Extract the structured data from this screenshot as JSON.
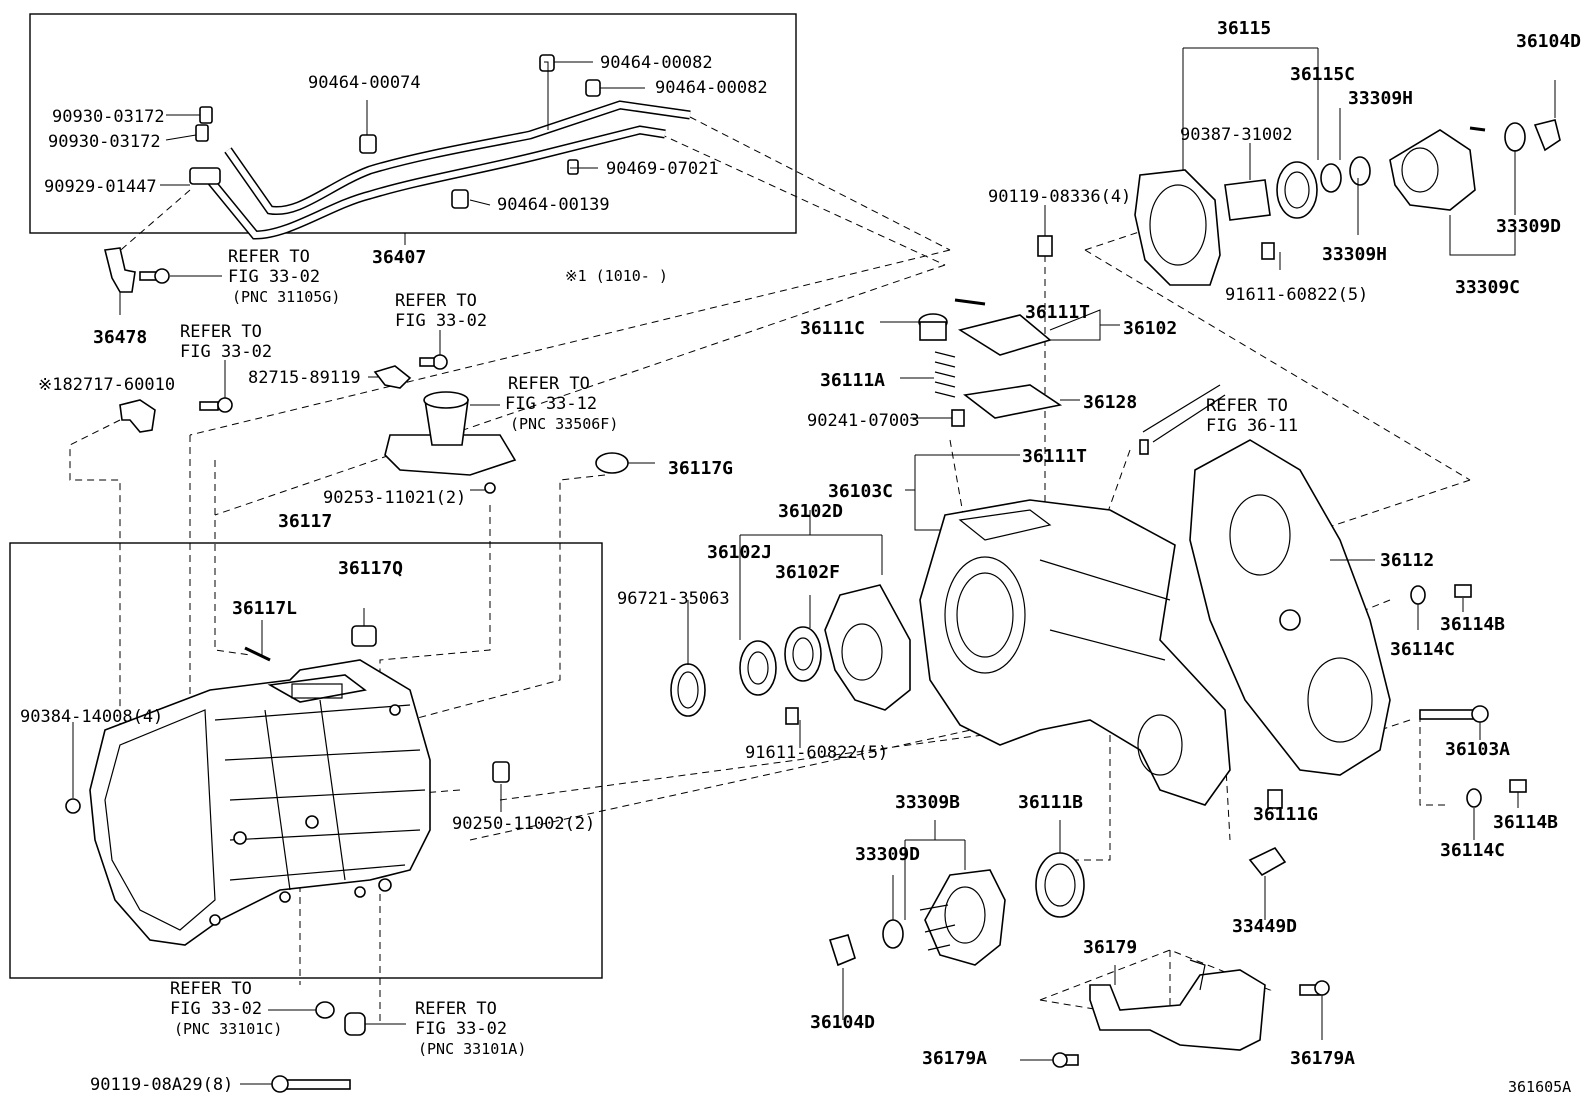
{
  "figure_id": "361605A",
  "annotation": "※1 (1010-    )",
  "labels": {
    "p90464_00082a": "90464-00082",
    "p90464_00082b": "90464-00082",
    "p90464_00074": "90464-00074",
    "p90930_03172a": "90930-03172",
    "p90930_03172b": "90930-03172",
    "p90469_07021": "90469-07021",
    "p90929_01447": "90929-01447",
    "p90464_00139": "90464-00139",
    "p36407": "36407",
    "p36478": "36478",
    "p36115": "36115",
    "p36115C": "36115C",
    "p36104D_top": "36104D",
    "p33309H_top": "33309H",
    "p90387_31002": "90387-31002",
    "p90119_08336": "90119-08336(4)",
    "p33309H_bot": "33309H",
    "p33309D_top": "33309D",
    "p91611_60822_top": "91611-60822(5)",
    "p33309C": "33309C",
    "p36111T_top": "36111T",
    "p36102": "36102",
    "p36111C": "36111C",
    "p36111A": "36111A",
    "p36128": "36128",
    "p90241_07003": "90241-07003",
    "p36111T_mid": "36111T",
    "p36103C": "36103C",
    "p36102D": "36102D",
    "p36102J": "36102J",
    "p36102F": "36102F",
    "p96721_35063": "96721-35063",
    "p91611_60822_mid": "91611-60822(5)",
    "p36112": "36112",
    "p36114B_top": "36114B",
    "p36114C_top": "36114C",
    "p36103A": "36103A",
    "p36114B_bot": "36114B",
    "p36114C_bot": "36114C",
    "p36111G": "36111G",
    "p33449D": "33449D",
    "p33309B": "33309B",
    "p33309D_bot": "33309D",
    "p36111B": "36111B",
    "p36104D_bot": "36104D",
    "p36179": "36179",
    "p36179A_left": "36179A",
    "p36179A_right": "36179A",
    "p82715_89119": "82715-89119",
    "p182717_60010": "※182717-60010",
    "p36117G": "36117G",
    "p90253_11021": "90253-11021(2)",
    "p36117": "36117",
    "p36117Q": "36117Q",
    "p36117L": "36117L",
    "p90384_14008": "90384-14008(4)",
    "p90250_11002": "90250-11002(2)",
    "p90119_08A29": "90119-08A29(8)"
  },
  "refs": {
    "r1_a": "REFER TO",
    "r1_b": "FIG 33-02",
    "r1_c": "(PNC 31105G)",
    "r2_a": "REFER TO",
    "r2_b": "FIG 33-02",
    "r3_a": "REFER TO",
    "r3_b": "FIG 33-02",
    "r4_a": "REFER TO",
    "r4_b": "FIG 33-12",
    "r4_c": "(PNC 33506F)",
    "r5_a": "REFER TO",
    "r5_b": "FIG 36-11",
    "r6_a": "REFER TO",
    "r6_b": "FIG 33-02",
    "r6_c": "(PNC 33101C)",
    "r7_a": "REFER TO",
    "r7_b": "FIG 33-02",
    "r7_c": "(PNC 33101A)"
  }
}
